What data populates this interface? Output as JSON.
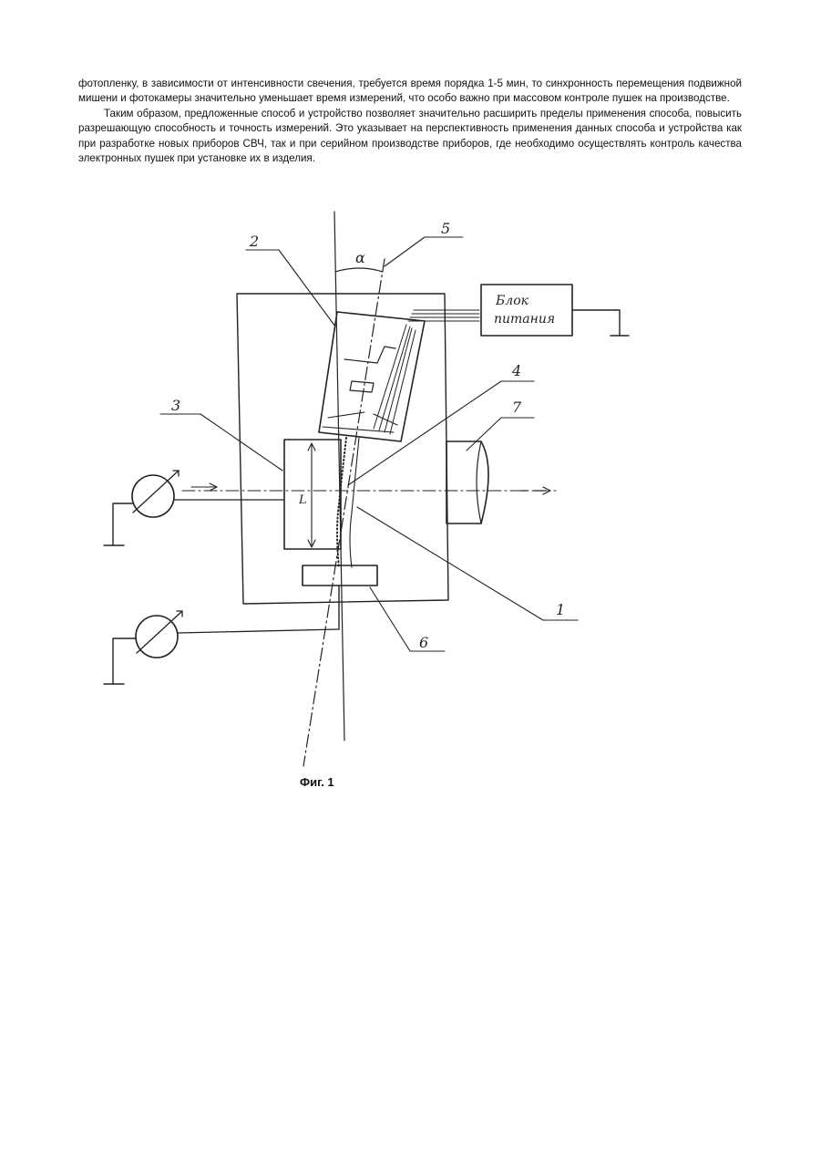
{
  "paragraphs": [
    "фотопленку, в зависимости от интенсивности свечения, требуется время порядка 1-5 мин, то синхронность перемещения подвижной мишени и фотокамеры значительно уменьшает время измерений, что особо важно при массовом контроле пушек на производстве.",
    "Таким образом, предложенные способ и устройство позволяет значительно расширить пределы применения способа, повысить разрешающую способность и точность измерений. Это указывает на перспективность применения данных способа и устройства как при разработке новых приборов СВЧ, так и при серийном производстве приборов, где необходимо осуществлять контроль качества электронных пушек при установке их в изделия."
  ],
  "figure": {
    "caption": "Фиг. 1",
    "power_block_label_line1": "Блок",
    "power_block_label_line2": "питания",
    "angle_label": "α",
    "length_label": "L",
    "callouts": [
      "1",
      "2",
      "3",
      "4",
      "5",
      "6",
      "7"
    ]
  }
}
